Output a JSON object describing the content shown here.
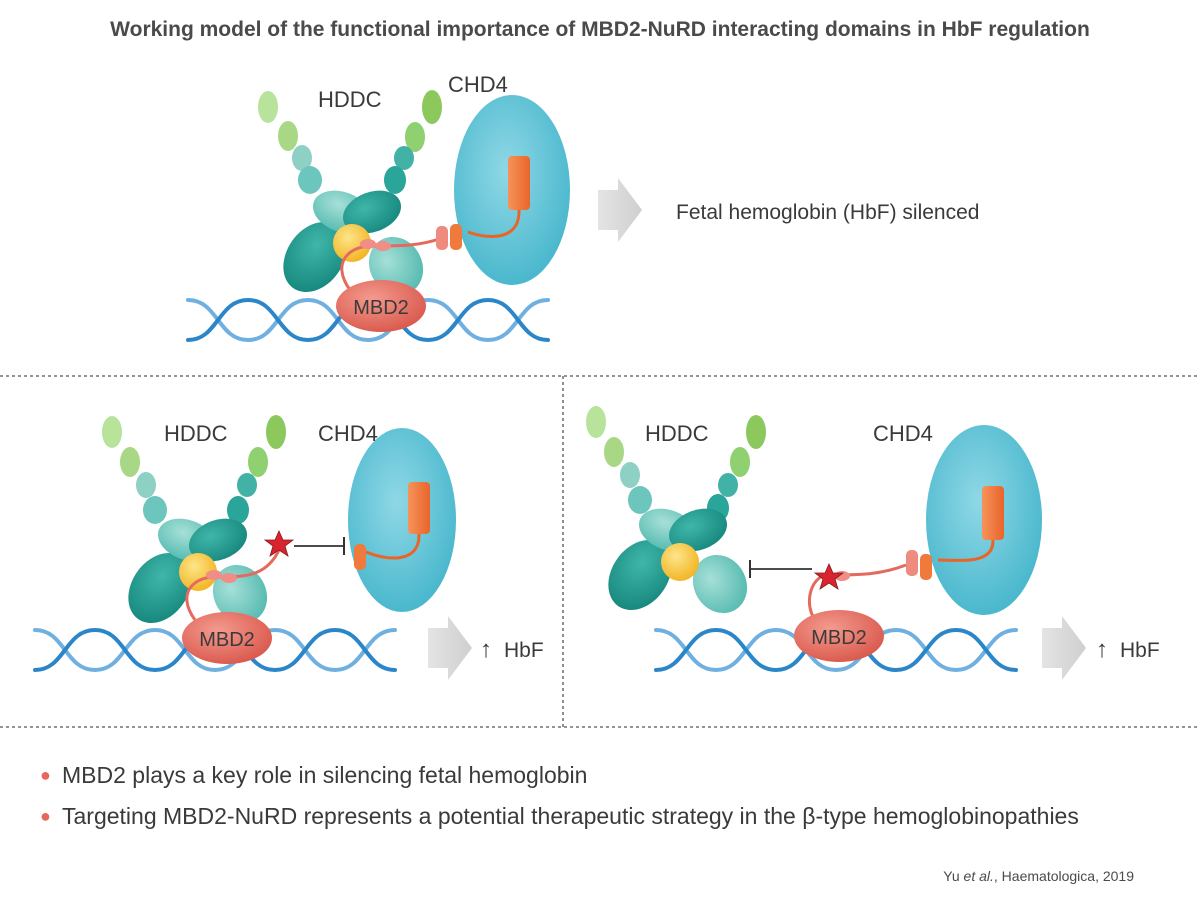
{
  "title": "Working model of the functional importance of MBD2-NuRD interacting domains in HbF regulation",
  "panels": {
    "top": {
      "hddc": "HDDC",
      "chd4": "CHD4",
      "mbd2": "MBD2",
      "outcome": "Fetal hemoglobin (HbF) silenced"
    },
    "bottom_left": {
      "hddc": "HDDC",
      "chd4": "CHD4",
      "mbd2": "MBD2",
      "outcome_arrow": "↑",
      "outcome": "HbF"
    },
    "bottom_right": {
      "hddc": "HDDC",
      "chd4": "CHD4",
      "mbd2": "MBD2",
      "outcome_arrow": "↑",
      "outcome": "HbF"
    }
  },
  "bullets": [
    "MBD2 plays a key role in silencing fetal hemoglobin",
    "Targeting MBD2-NuRD represents a potential therapeutic strategy in the β-type hemoglobinopathies"
  ],
  "citation": {
    "author": "Yu ",
    "etal": "et al.",
    "rest": ", Haematologica, 2019"
  },
  "colors": {
    "dna": "#2a86c8",
    "chd4": "#5cc3d6",
    "mbd2": "#e46a5e",
    "hdac": "#2aa59a",
    "hdac_light": "#6cc6bd",
    "leaves": "#9fd36e",
    "chd_domain": "#f07a3c",
    "yellow_core": "#f9c533",
    "star": "#d8242e",
    "arrow": "#d9d9d9",
    "bullet": "#e8675c"
  }
}
